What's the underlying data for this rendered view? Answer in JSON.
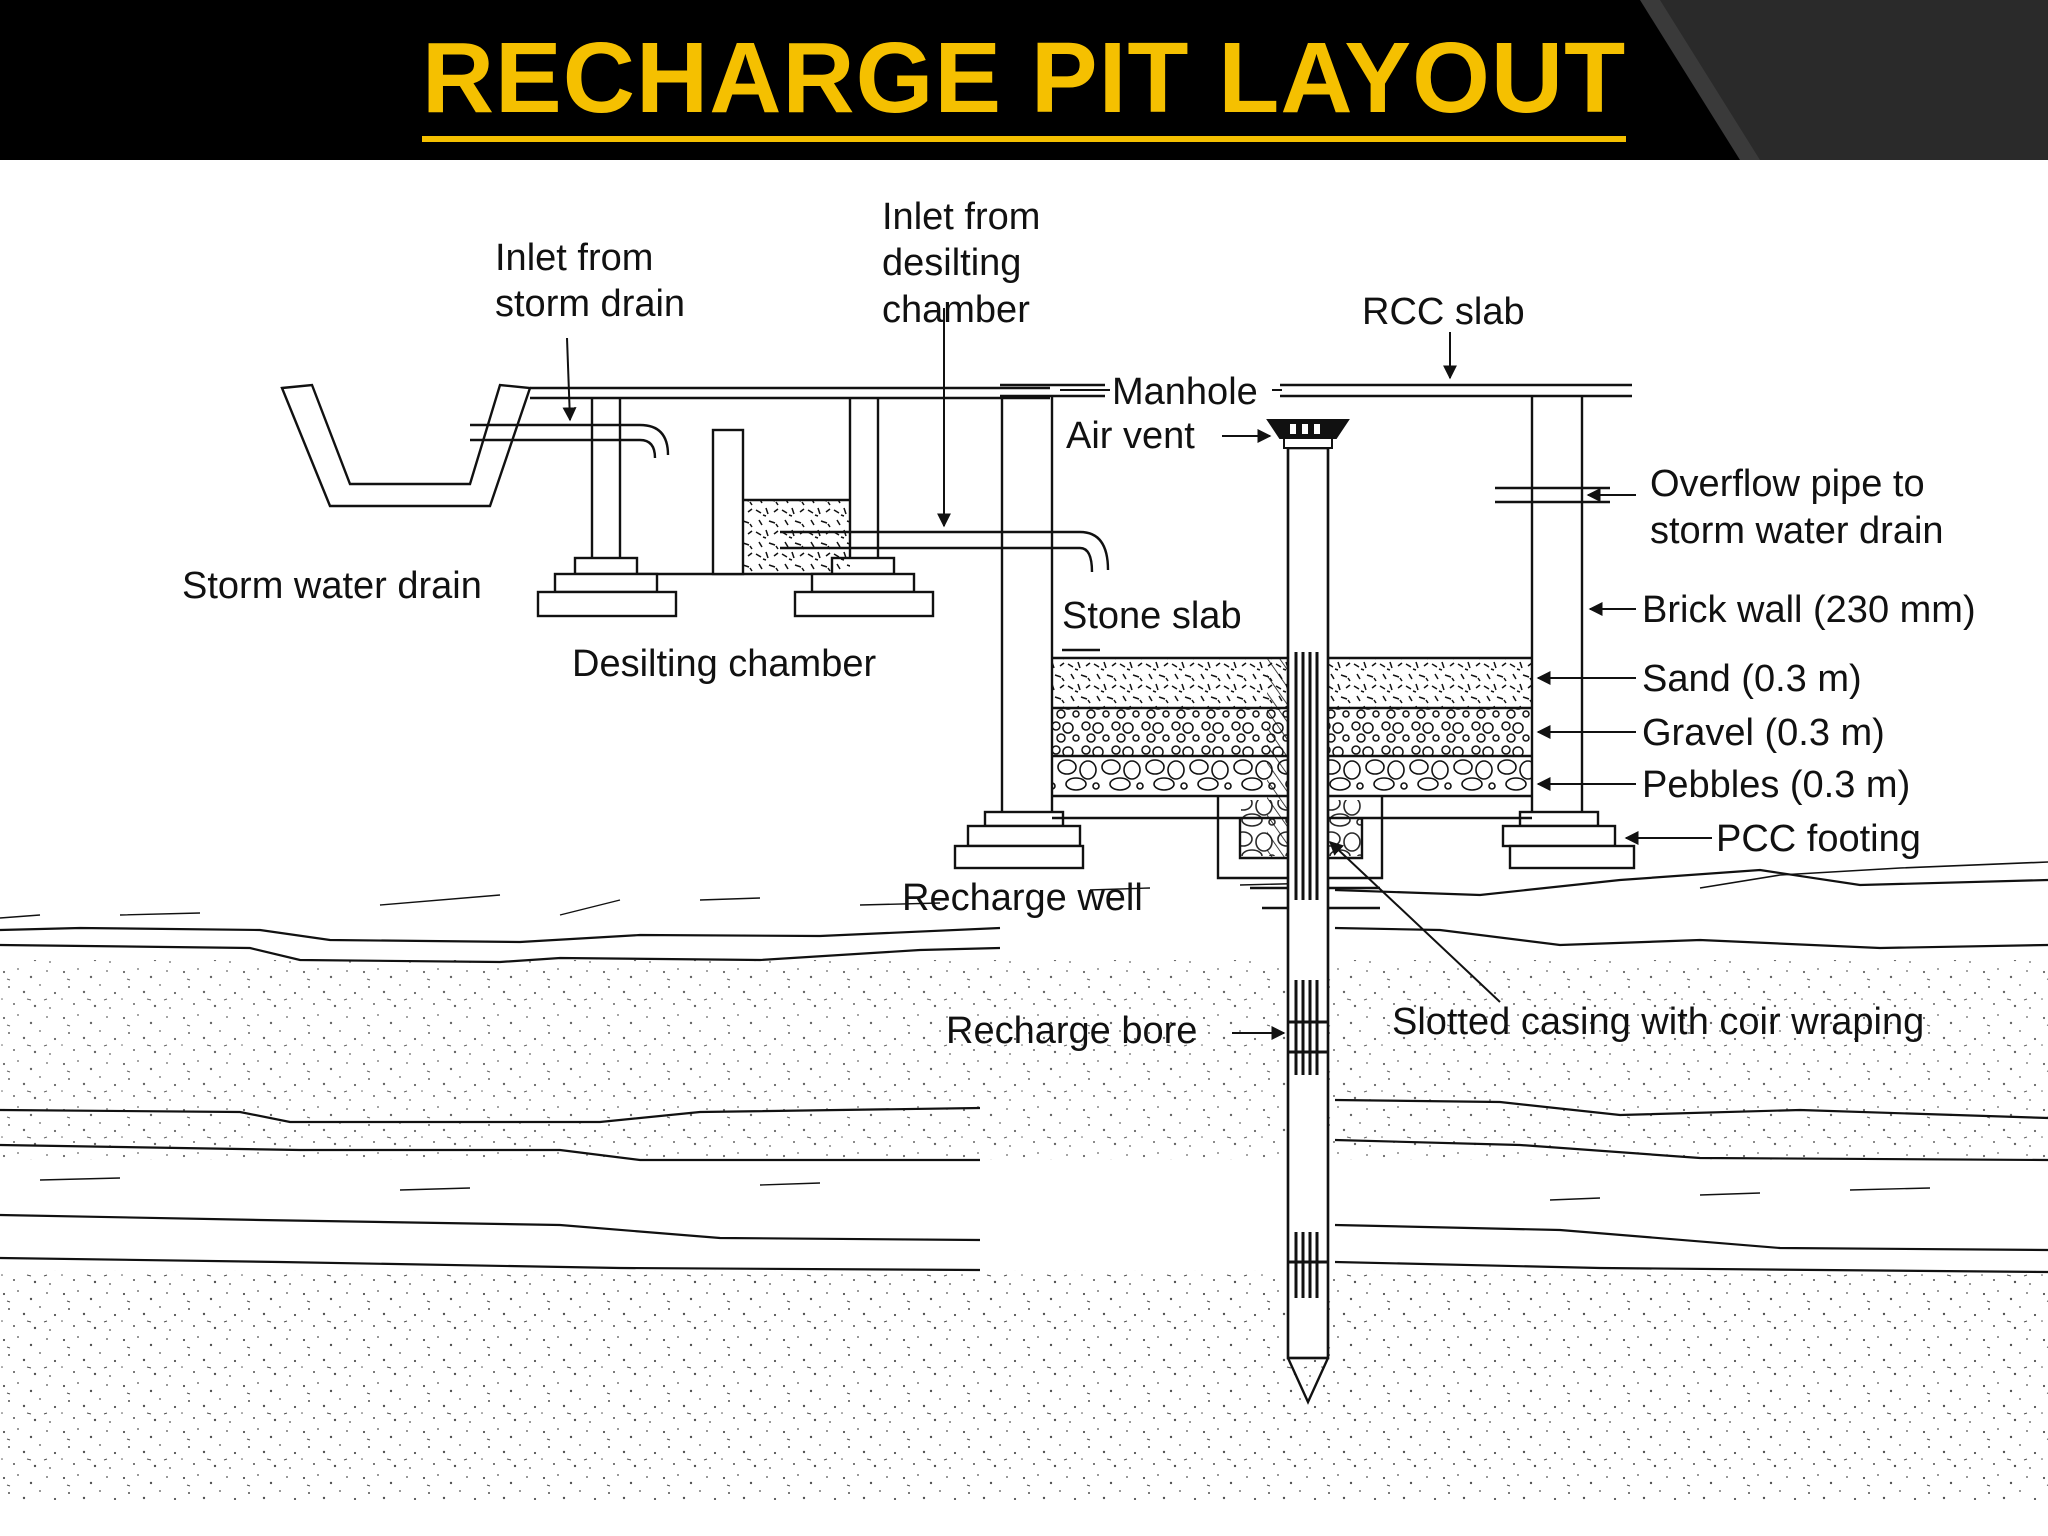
{
  "title": "RECHARGE PIT LAYOUT",
  "colors": {
    "header_bg": "#000000",
    "title": "#f5c000",
    "lines": "#111111",
    "background": "#ffffff"
  },
  "labels": {
    "inlet_storm_l1": "Inlet from",
    "inlet_storm_l2": "storm drain",
    "inlet_desilt_l1": "Inlet from",
    "inlet_desilt_l2": "desilting",
    "inlet_desilt_l3": "chamber",
    "rcc_slab": "RCC slab",
    "manhole": "Manhole",
    "air_vent": "Air vent",
    "overflow_l1": "Overflow pipe to",
    "overflow_l2": "storm water drain",
    "storm_water_drain": "Storm water drain",
    "desilting_chamber": "Desilting chamber",
    "stone_slab": "Stone slab",
    "brick_wall": "Brick wall (230 mm)",
    "sand": "Sand (0.3 m)",
    "gravel": "Gravel (0.3 m)",
    "pebbles": "Pebbles (0.3 m)",
    "pcc_footing": "PCC footing",
    "recharge_well": "Recharge well",
    "recharge_bore": "Recharge bore",
    "slotted_casing": "Slotted casing with coir wraping"
  }
}
